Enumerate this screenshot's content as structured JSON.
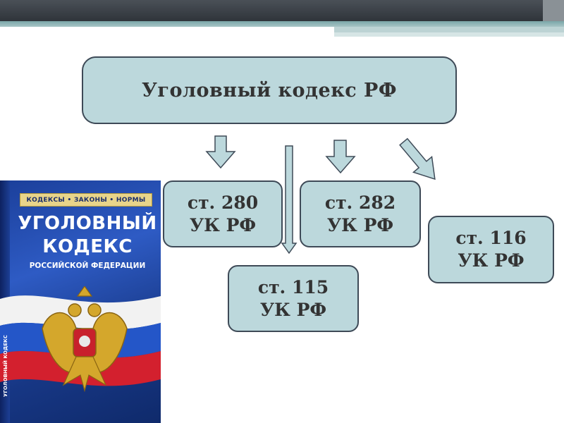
{
  "diagram": {
    "root": {
      "label": "Уголовный кодекс РФ"
    },
    "articles": [
      {
        "id": "n280",
        "line1": "ст. 280",
        "line2": "УК РФ"
      },
      {
        "id": "n282",
        "line1": "ст. 282",
        "line2": "УК РФ"
      },
      {
        "id": "n115",
        "line1": "ст. 115",
        "line2": "УК РФ"
      },
      {
        "id": "n116",
        "line1": "ст. 116",
        "line2": "УК РФ"
      }
    ]
  },
  "book": {
    "series": "КОДЕКСЫ • ЗАКОНЫ • НОРМЫ",
    "title_line1": "УГОЛОВНЫЙ",
    "title_line2": "КОДЕКС",
    "subtitle": "РОССИЙСКОЙ ФЕДЕРАЦИИ",
    "spine": "УГОЛОВНЫЙ КОДЕКС"
  },
  "colors": {
    "node_fill": "#bcd8dc",
    "node_border": "#3e4a57",
    "arrow_fill": "#bcd8dc",
    "arrow_stroke": "#3e4a57",
    "book_blue": "#1b3f9a"
  }
}
